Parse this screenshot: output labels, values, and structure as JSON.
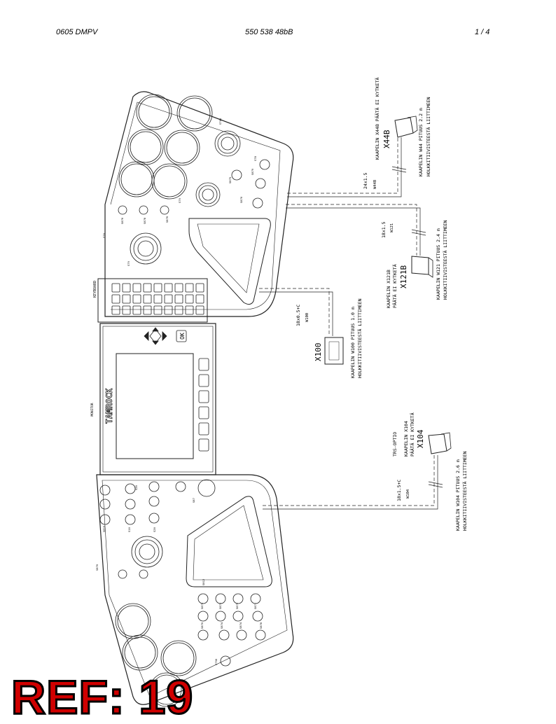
{
  "header": {
    "left": "0605 DMPV",
    "center": "550 538 48bB",
    "page": "1 /  4"
  },
  "ref_label": "REF: 19",
  "panel_labels": {
    "keyboard": "KEYBOARD",
    "monitor": "MONITOR",
    "brand": "TAMROCK",
    "ok": "OK"
  },
  "cables": {
    "x44b": {
      "spec": "24x1.5",
      "wire": "W44B",
      "note1": "KAAPELIN X44B PÄÄTÄ EI KYTKETÄ",
      "connector": "X44B",
      "note2": "KAAPELIN W44 PITUUS 2.2 m",
      "note3": "HOLKKITIIVISTEESTÄ LIITTIMEEN"
    },
    "x121b": {
      "spec": "18x1.5",
      "wire": "W121",
      "note1": "KAAPELIN X121B",
      "note1b": "PÄÄTÄ EI KYTKETÄ",
      "connector": "X121B",
      "note2": "KAAPELIN W121 PITUUS 2.4 m",
      "note3": "HOLKKITIIVISTEESTÄ LIITTIMEEN"
    },
    "x100": {
      "spec": "18x0.5+C",
      "wire": "W100",
      "connector": "X100",
      "note2": "KAAPELIN W100 PITUUS 1.0 m",
      "note3": "HOLKKITIIVISTEESTÄ LIITTIMEEN"
    },
    "x104": {
      "spec": "18x1.5+C",
      "wire": "W104",
      "option": "TRS-OPTIO",
      "note1": "KAAPELIN X104",
      "note1b": "PÄÄTÄ EI KYTKETÄ",
      "connector": "X104",
      "note2": "KAAPELIN W104 PITUUS 2.6 m",
      "note3": "HOLKKITIIVISTEESTÄ LIITTIMEEN"
    }
  },
  "switch_labels": {
    "upper": [
      "S705",
      "S78",
      "S79",
      "S79",
      "S876",
      "S878",
      "S876",
      "S875",
      "S870",
      "S70",
      "S879"
    ],
    "lower": [
      "S87",
      "S819",
      "S10",
      "S20",
      "S20",
      "S870",
      "S812",
      "S873",
      "S873",
      "S872",
      "S871",
      "S870",
      "S874",
      "S874",
      "S878",
      "S790"
    ]
  }
}
